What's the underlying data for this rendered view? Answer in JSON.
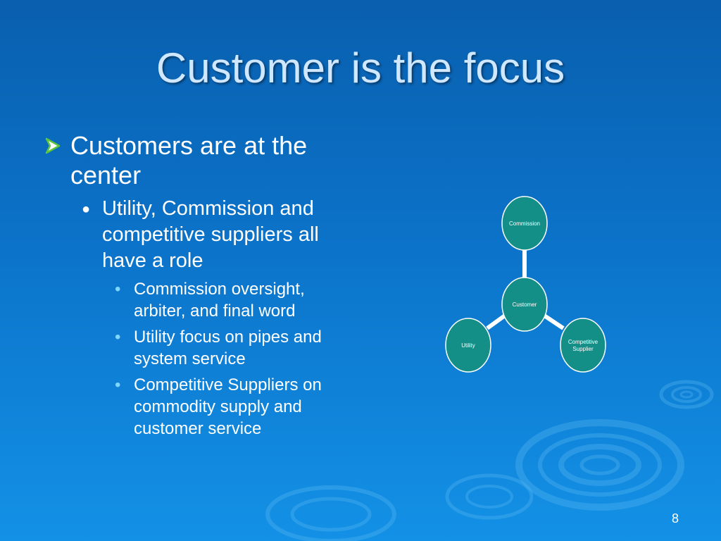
{
  "slide": {
    "title": "Customer is the focus",
    "page_number": "8",
    "bullets": {
      "level1": "Customers are at the center",
      "level2": "Utility, Commission and competitive suppliers all have a role",
      "level3": [
        "Commission oversight, arbiter, and final word",
        "Utility focus on pipes and system service",
        "Competitive Suppliers on commodity supply and customer service"
      ]
    },
    "diagram": {
      "center": "Customer",
      "nodes": {
        "top": "Commission",
        "left": "Utility",
        "right_line1": "Competitive",
        "right_line2": "Supplier"
      },
      "node_fill": "#148f87",
      "connector_color": "#ffffff"
    }
  }
}
